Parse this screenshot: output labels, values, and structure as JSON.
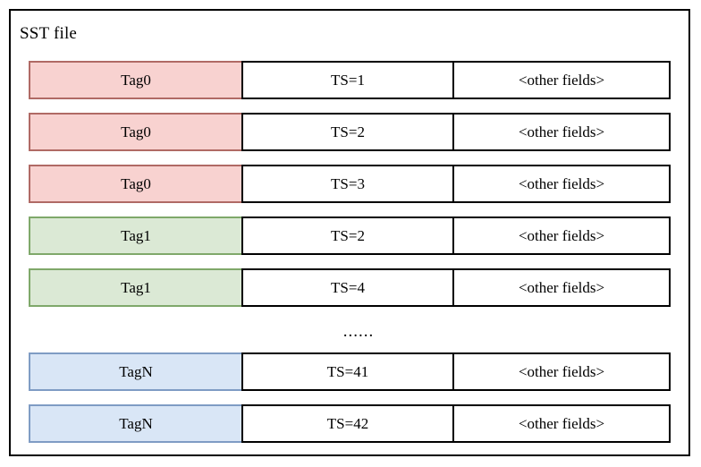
{
  "diagram": {
    "title": "SST file",
    "columns": [
      "tag",
      "timestamp",
      "other"
    ],
    "rows": [
      {
        "tag": "Tag0",
        "ts": "TS=1",
        "other": "<other fields>",
        "color": "red"
      },
      {
        "tag": "Tag0",
        "ts": "TS=2",
        "other": "<other fields>",
        "color": "red"
      },
      {
        "tag": "Tag0",
        "ts": "TS=3",
        "other": "<other fields>",
        "color": "red"
      },
      {
        "tag": "Tag1",
        "ts": "TS=2",
        "other": "<other fields>",
        "color": "green"
      },
      {
        "tag": "Tag1",
        "ts": "TS=4",
        "other": "<other fields>",
        "color": "green"
      },
      {
        "tag": "TagN",
        "ts": "TS=41",
        "other": "<other fields>",
        "color": "blue"
      },
      {
        "tag": "TagN",
        "ts": "TS=42",
        "other": "<other fields>",
        "color": "blue"
      }
    ],
    "ellipsis": "......",
    "ellipsis_after_row_index": 4,
    "colors": {
      "red_fill": "#f8d2d0",
      "red_border": "#b06a65",
      "green_fill": "#dbe9d5",
      "green_border": "#7fa86a",
      "blue_fill": "#d9e6f6",
      "blue_border": "#7f9cc4",
      "frame_border": "#000000",
      "cell_border": "#000000",
      "background": "#ffffff"
    }
  }
}
